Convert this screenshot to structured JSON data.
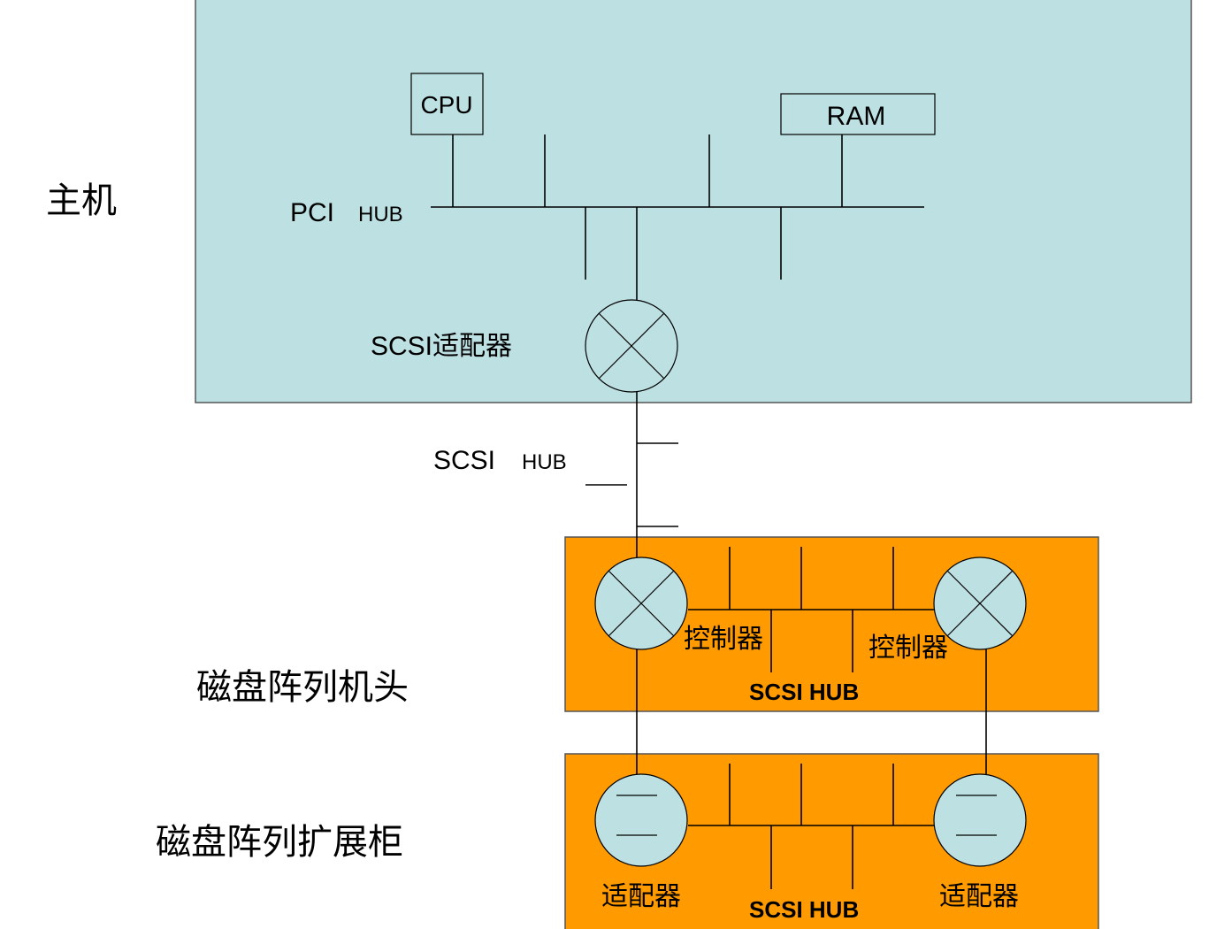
{
  "labels": {
    "host": "主机",
    "array_head": "磁盘阵列机头",
    "array_ext": "磁盘阵列扩展柜",
    "cpu": "CPU",
    "ram": "RAM",
    "pci": "PCI",
    "pci_hub": "HUB",
    "scsi_adapter": "SCSI适配器",
    "scsi": "SCSI",
    "scsi_hub": "HUB",
    "controller_left": "控制器",
    "controller_right": "控制器",
    "head_scsi_hub": "SCSI HUB",
    "adapter_left": "适配器",
    "adapter_right": "适配器",
    "ext_scsi_hub": "SCSI HUB"
  },
  "colors": {
    "host_bg": "#bde0e2",
    "array_bg": "#ff9a00",
    "node_fill": "#bde0e2",
    "line": "#000000"
  }
}
